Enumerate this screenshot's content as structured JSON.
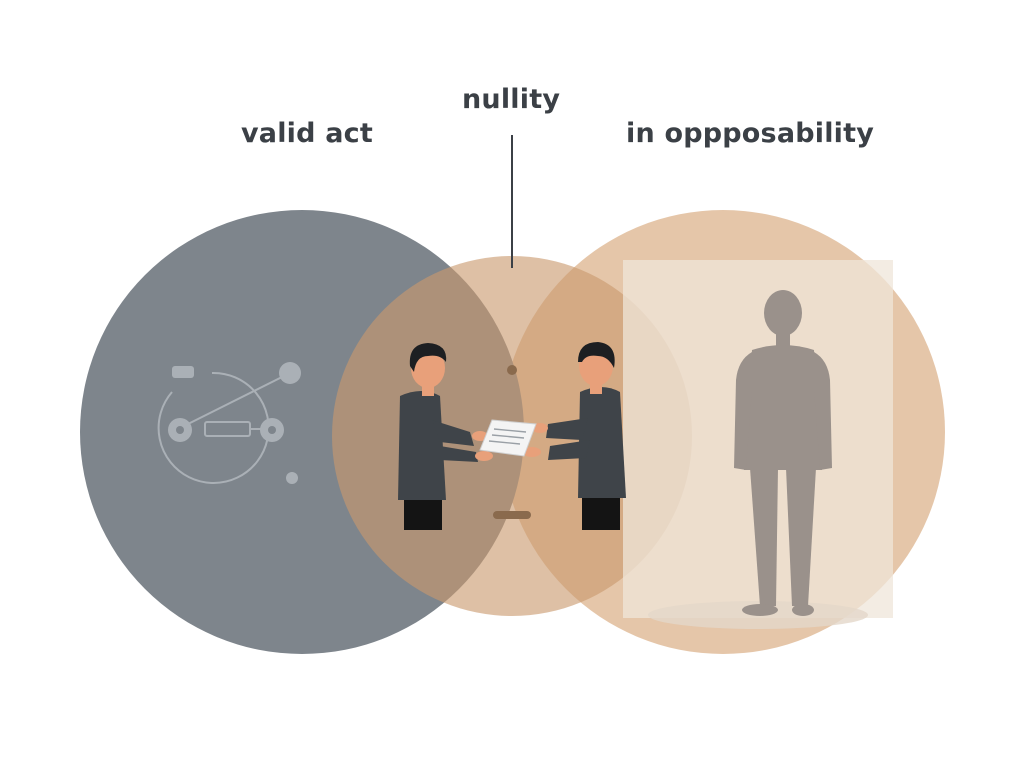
{
  "labels": {
    "valid_act": "valid act",
    "nullity": "nullity",
    "inopposability": "in oppposability"
  },
  "colors": {
    "background": "#ffffff",
    "valid_circle": "#7e858c",
    "inopposability_circle": "#e0bc9a",
    "nullity_circle": "#c99a6e",
    "label_text": "#3b4046",
    "person_jacket": "#3f4449",
    "person_skin": "#e8a07a",
    "person_hair": "#1d1f22",
    "person_pants": "#141414",
    "silhouette": "#9a918b",
    "panel": "#efe5da"
  },
  "icons": {
    "left_circle": "mechanism-icon",
    "center": "document-handover-icon",
    "right": "standing-person-silhouette-icon"
  }
}
